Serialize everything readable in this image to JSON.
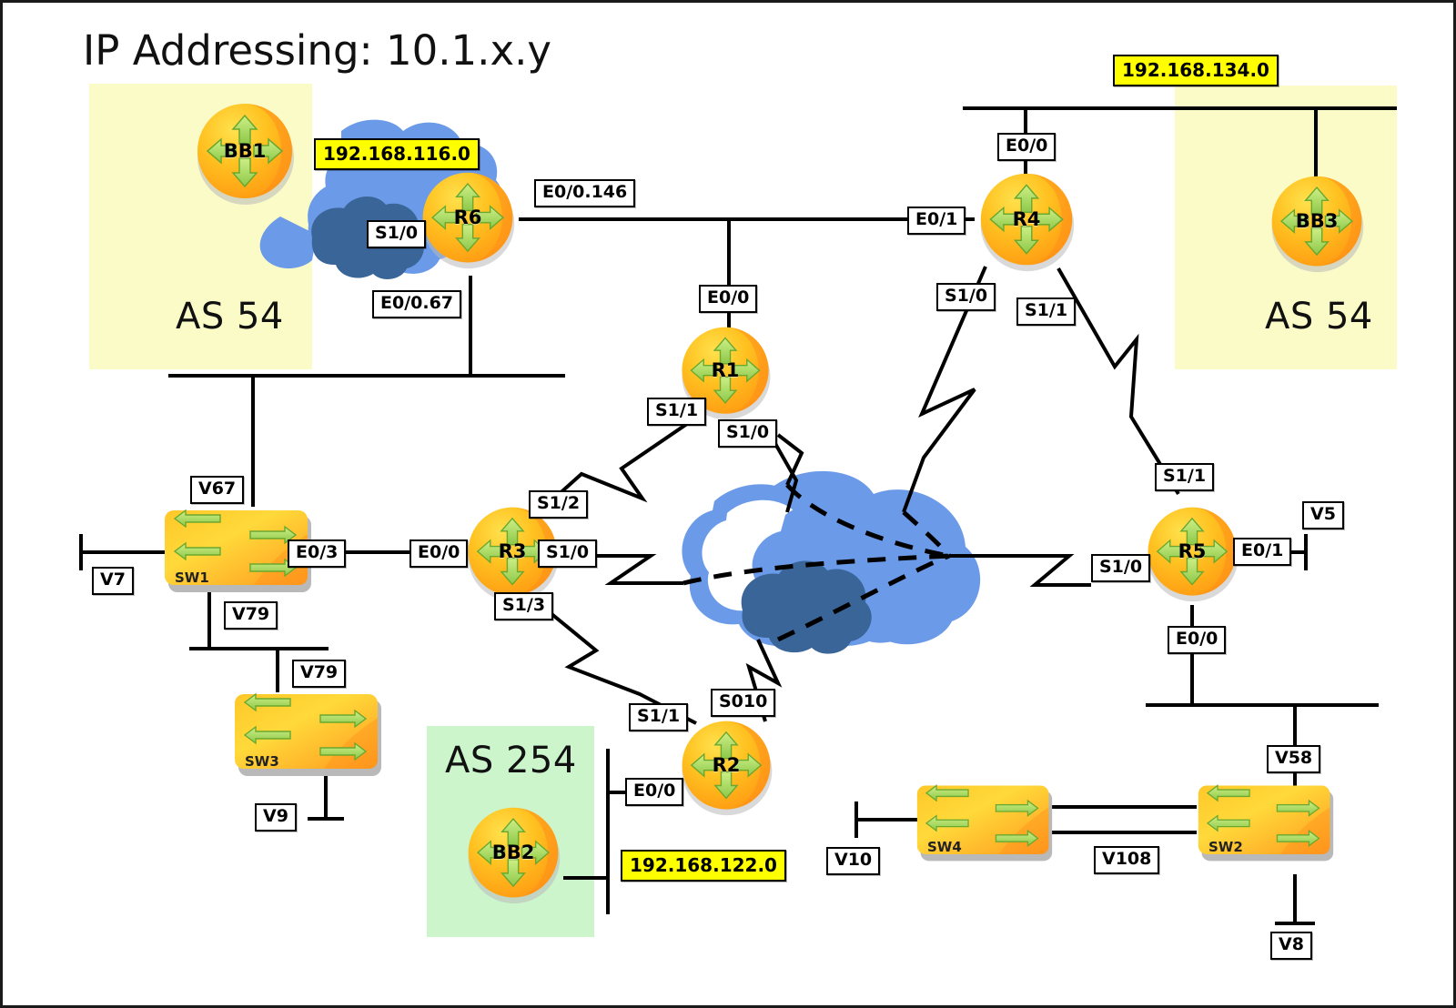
{
  "title": "IP Addressing: 10.1.x.y",
  "zones": [
    {
      "name": "as54-left",
      "label": "AS 54",
      "color": "#fbfbc8"
    },
    {
      "name": "as54-right",
      "label": "AS 54",
      "color": "#fbfbc8"
    },
    {
      "name": "as254",
      "label": "AS 254",
      "color": "#ccf5cc"
    }
  ],
  "networks": [
    {
      "name": "net-192-168-116",
      "label": "192.168.116.0"
    },
    {
      "name": "net-192-168-134",
      "label": "192.168.134.0"
    },
    {
      "name": "net-192-168-122",
      "label": "192.168.122.0"
    }
  ],
  "routers": [
    {
      "name": "BB1"
    },
    {
      "name": "R6"
    },
    {
      "name": "R1"
    },
    {
      "name": "R4"
    },
    {
      "name": "BB3"
    },
    {
      "name": "R3"
    },
    {
      "name": "R5"
    },
    {
      "name": "R2"
    },
    {
      "name": "BB2"
    }
  ],
  "switches": [
    {
      "name": "SW1"
    },
    {
      "name": "SW3"
    },
    {
      "name": "SW4"
    },
    {
      "name": "SW2"
    }
  ],
  "interfaces": [
    {
      "name": "r6-s1-0",
      "label": "S1/0"
    },
    {
      "name": "r6-e0-0-146",
      "label": "E0/0.146"
    },
    {
      "name": "r6-e0-0-67",
      "label": "E0/0.67"
    },
    {
      "name": "r4-e0-0",
      "label": "E0/0"
    },
    {
      "name": "r4-e0-1",
      "label": "E0/1"
    },
    {
      "name": "r4-s1-0",
      "label": "S1/0"
    },
    {
      "name": "r4-s1-1",
      "label": "S1/1"
    },
    {
      "name": "r1-e0-0",
      "label": "E0/0"
    },
    {
      "name": "r1-s1-1",
      "label": "S1/1"
    },
    {
      "name": "r1-s1-0",
      "label": "S1/0"
    },
    {
      "name": "r3-s1-2",
      "label": "S1/2"
    },
    {
      "name": "r3-e0-0",
      "label": "E0/0"
    },
    {
      "name": "r3-s1-0",
      "label": "S1/0"
    },
    {
      "name": "r3-s1-3",
      "label": "S1/3"
    },
    {
      "name": "r5-s1-1",
      "label": "S1/1"
    },
    {
      "name": "r5-s1-0",
      "label": "S1/0"
    },
    {
      "name": "r5-e0-1",
      "label": "E0/1"
    },
    {
      "name": "r5-e0-0",
      "label": "E0/0"
    },
    {
      "name": "r2-s1-1",
      "label": "S1/1"
    },
    {
      "name": "r2-s0-1-0",
      "label": "S010"
    },
    {
      "name": "r2-e0-0",
      "label": "E0/0"
    },
    {
      "name": "sw1-e0-3",
      "label": "E0/3"
    }
  ],
  "vlans": [
    {
      "name": "vlan-v67",
      "label": "V67"
    },
    {
      "name": "vlan-v7",
      "label": "V7"
    },
    {
      "name": "vlan-v79a",
      "label": "V79"
    },
    {
      "name": "vlan-v79b",
      "label": "V79"
    },
    {
      "name": "vlan-v9",
      "label": "V9"
    },
    {
      "name": "vlan-v5",
      "label": "V5"
    },
    {
      "name": "vlan-v58",
      "label": "V58"
    },
    {
      "name": "vlan-v10",
      "label": "V10"
    },
    {
      "name": "vlan-v108",
      "label": "V108"
    },
    {
      "name": "vlan-v8",
      "label": "V8"
    }
  ],
  "colors": {
    "zone_yellow": "#fbfbc8",
    "zone_green": "#ccf5cc",
    "net_highlight": "#ffff00",
    "cloud_light": "#6b9be8",
    "cloud_dark": "#3a6599",
    "device_orange": "#ffa426",
    "device_arrow": "#a8dc5a",
    "wire": "#000000"
  }
}
